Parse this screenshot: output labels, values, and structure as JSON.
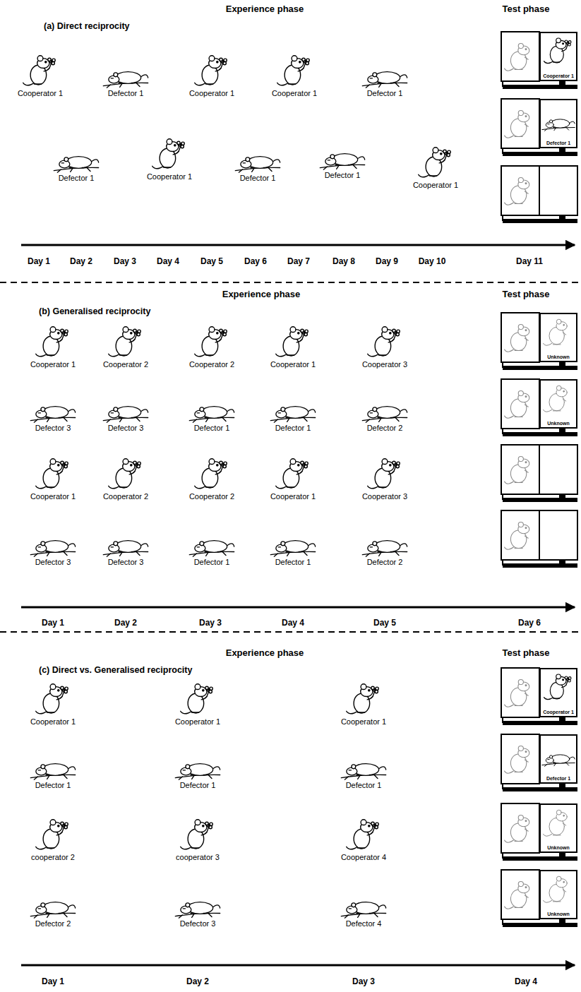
{
  "diagram": {
    "nodes": [
      {
        "text": [
          "Cooperator 1"
        ]
      },
      {
        "text": [
          "Defector 1"
        ]
      },
      {
        "text": [
          "Unknown"
        ]
      },
      {
        "text": [
          "Unknown"
        ]
      },
      {
        "text": [
          "Cooperator 1"
        ]
      },
      {
        "text": [
          "Defector 1"
        ]
      },
      {
        "text": [
          "Unknown"
        ]
      },
      {
        "text": [
          "Unknown"
        ]
      }
    ],
    "labels": [
      "Experience phase",
      "Test phase",
      "(a) Direct reciprocity",
      "Cooperator 1",
      "Defector 1",
      "Cooperator 1",
      "Cooperator 1",
      "Defector 1",
      "Defector 1",
      "Cooperator 1",
      "Defector 1",
      "Defector 1",
      "Cooperator 1",
      "Day 1",
      "Day 2",
      "Day 3",
      "Day 4",
      "Day 5",
      "Day 6",
      "Day 7",
      "Day 8",
      "Day 9",
      "Day 10",
      "Day 11",
      "Experience phase",
      "Test phase",
      "(b) Generalised  reciprocity",
      "Cooperator 1",
      "Cooperator 2",
      "Cooperator 2",
      "Cooperator 1",
      "Cooperator 3",
      "Defector 3",
      "Defector 3",
      "Defector 1",
      "Defector 1",
      "Defector 2",
      "Cooperator 1",
      "Cooperator 2",
      "Cooperator 2",
      "Cooperator 1",
      "Cooperator 3",
      "Defector 3",
      "Defector 3",
      "Defector 1",
      "Defector 1",
      "Defector 2",
      "Day 1",
      "Day 2",
      "Day 3",
      "Day 4",
      "Day 5",
      "Day 6",
      "Experience phase",
      "Test phase",
      "(c) Direct vs. Generalised  reciprocity",
      "Cooperator 1",
      "Cooperator 1",
      "Cooperator 1",
      "Defector 1",
      "Defector 1",
      "Defector 1",
      "cooperator 2",
      "cooperator 3",
      "Cooperator 4",
      "Defector 2",
      "Defector 3",
      "Defector 4",
      "Day 1",
      "Day 2",
      "Day 3",
      "Day 4"
    ]
  }
}
